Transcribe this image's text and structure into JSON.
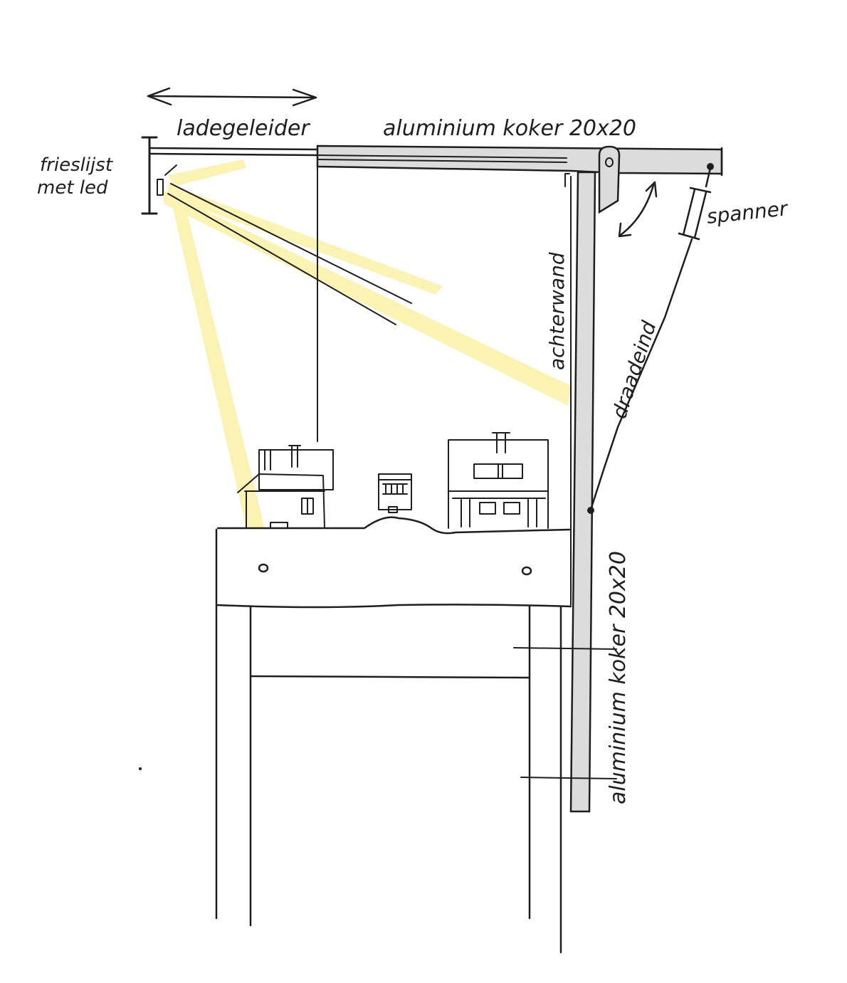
{
  "labels": {
    "drawer_slide": "ladegeleider",
    "top_tube": "aluminium koker 20x20",
    "fascia": "frieslijst met led",
    "tensioner": "spanner",
    "back_wall": "achterwand",
    "threaded_rod": "draadeind",
    "vertical_tube": "aluminium koker 20x20"
  },
  "colors": {
    "ink": "#1e1e1e",
    "aluminium": "#dcdcdc",
    "led_light": "#fbf3b4"
  }
}
